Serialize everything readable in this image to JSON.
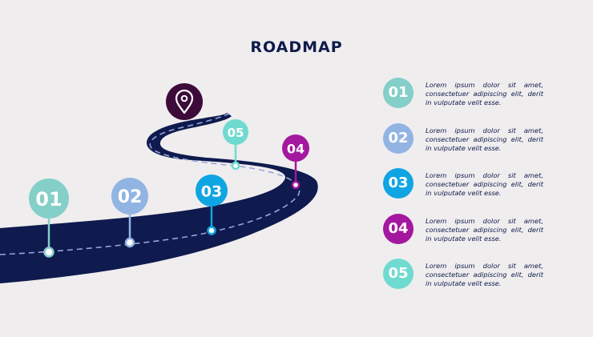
{
  "title": "ROADMAP",
  "colors": {
    "background": "#efedee",
    "road": "#0f1a4e",
    "title": "#0f1b4c",
    "pin": "#3d0b3a",
    "step1": "#84cfc8",
    "step2": "#92b4e3",
    "step3": "#0fa5e3",
    "step4": "#a4179f",
    "step5": "#6fdbd0"
  },
  "icons": {
    "destination": "map-pin-icon"
  },
  "road_steps": [
    {
      "label": "01"
    },
    {
      "label": "02"
    },
    {
      "label": "03"
    },
    {
      "label": "04"
    },
    {
      "label": "05"
    }
  ],
  "legend": [
    {
      "label": "01",
      "text": "Lorem ipsum dolor sit amet, consectetuer adipiscing elit, derit in vulputate velit esse."
    },
    {
      "label": "02",
      "text": "Lorem ipsum dolor sit amet, consectetuer adipiscing elit, derit in vulputate velit esse."
    },
    {
      "label": "03",
      "text": "Lorem ipsum dolor sit amet, consectetuer adipiscing elit, derit in vulputate velit esse."
    },
    {
      "label": "04",
      "text": "Lorem ipsum dolor sit amet, consectetuer adipiscing elit, derit in vulputate velit esse."
    },
    {
      "label": "05",
      "text": "Lorem ipsum dolor sit amet, consectetuer adipiscing elit, derit in vulputate velit esse."
    }
  ]
}
